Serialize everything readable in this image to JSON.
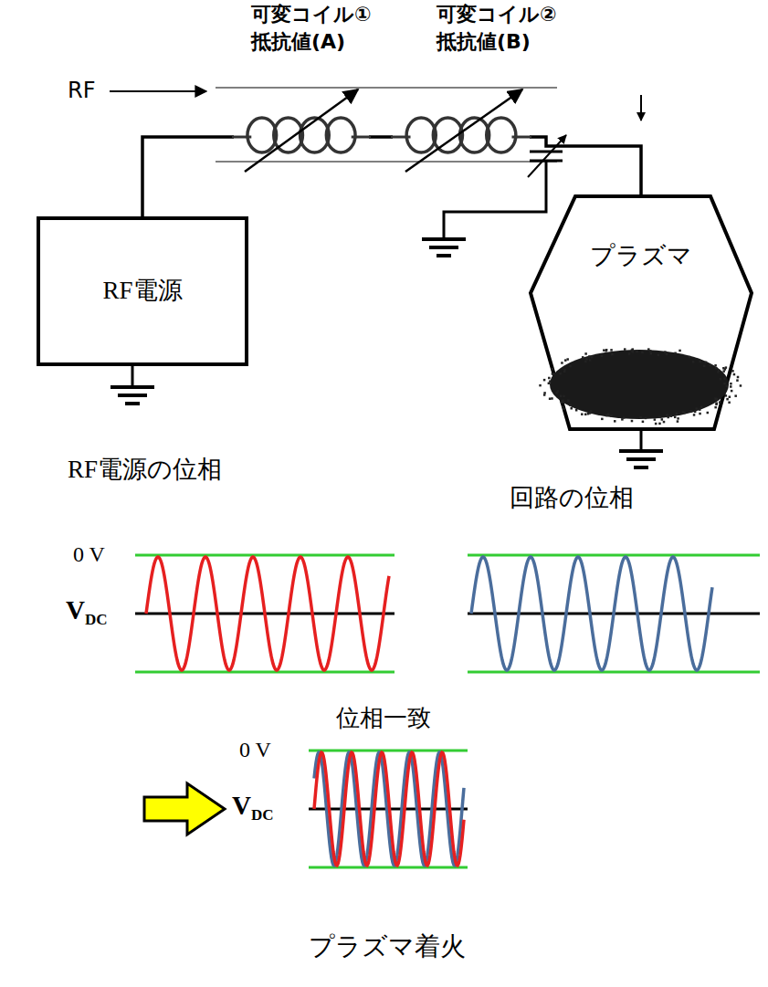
{
  "diagram": {
    "nodes": [
      {
        "text": [
          "RF電源"
        ]
      },
      {
        "text": [
          "プラズマ"
        ]
      }
    ],
    "edges": [
      {
        "from": 0,
        "to": 1,
        "arrow": "none"
      }
    ],
    "labels": [
      "可変コイル①",
      "抵抗値(A)",
      "可変コイル②",
      "抵抗値(B)",
      "RF",
      "RF電源の位相",
      "回路の位相",
      "0 V",
      "V",
      "DC",
      "位相一致",
      "0 V",
      "V",
      "DC",
      "プラズマ着火"
    ]
  }
}
